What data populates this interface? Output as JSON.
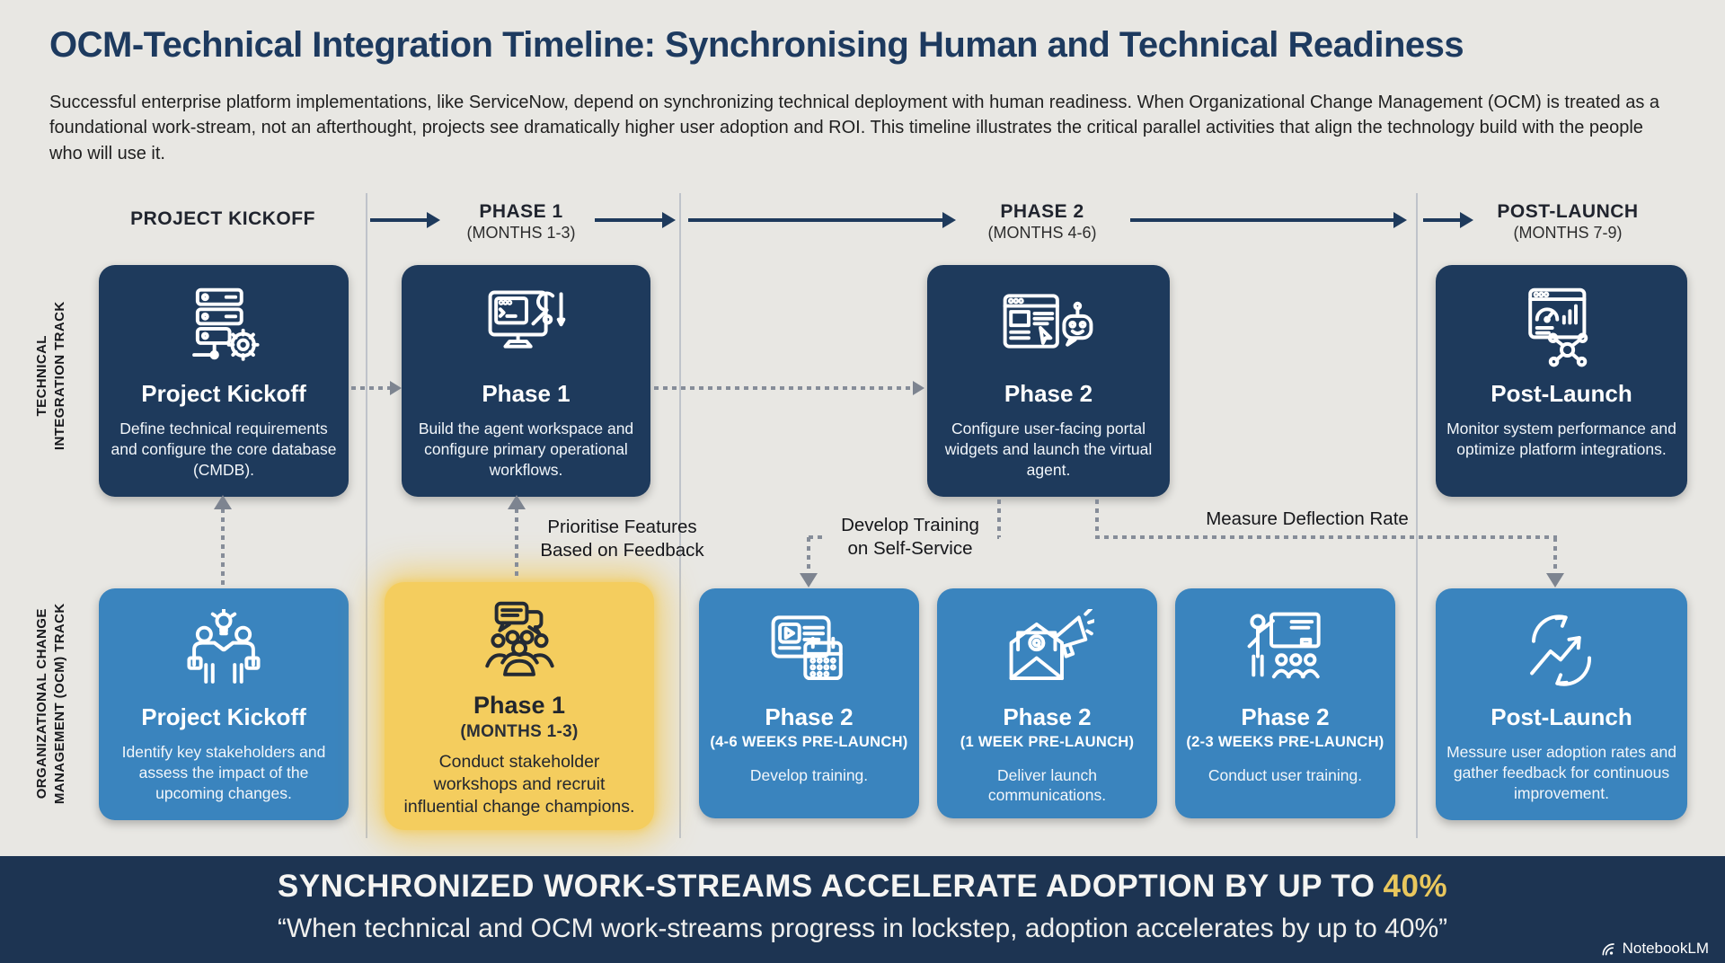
{
  "header": {
    "title": "OCM-Technical Integration Timeline: Synchronising Human and Technical Readiness",
    "intro": "Successful enterprise platform implementations, like ServiceNow, depend on synchronizing technical deployment with human readiness. When Organizational Change Management (OCM) is treated as a foundational work-stream, not an afterthought, projects see dramatically higher user adoption and ROI. This timeline illustrates the critical parallel activities that align the technology build with the people who will use it.",
    "watermark": "NotebookLM"
  },
  "timeline": {
    "stages": [
      {
        "label": "PROJECT KICKOFF",
        "sublabel": ""
      },
      {
        "label": "PHASE 1",
        "sublabel": "(MONTHS 1-3)"
      },
      {
        "label": "PHASE 2",
        "sublabel": "(MONTHS 4-6)"
      },
      {
        "label": "POST-LAUNCH",
        "sublabel": "(MONTHS 7-9)"
      }
    ]
  },
  "track_labels": {
    "technical_line1": "TECHNICAL",
    "technical_line2": "INTEGRATION TRACK",
    "ocm_line1": "ORGANIZATIONAL CHANGE",
    "ocm_line2": "MANAGEMENT (OCM) TRACK"
  },
  "tech_cards": [
    {
      "icon": "server-gear-icon",
      "title": "Project Kickoff",
      "desc": "Define technical requirements and configure the core database (CMDB)."
    },
    {
      "icon": "monitor-wrench-icon",
      "title": "Phase 1",
      "desc": "Build the agent workspace and configure primary operational workflows."
    },
    {
      "icon": "portal-robot-icon",
      "title": "Phase 2",
      "desc": "Configure user-facing portal widgets and launch the virtual agent."
    },
    {
      "icon": "dashboard-network-icon",
      "title": "Post-Launch",
      "desc": "Monitor system performance and optimize platform integrations."
    }
  ],
  "ocm_cards": [
    {
      "icon": "stakeholders-lightbulb-icon",
      "title": "Project Kickoff",
      "subtitle": "",
      "desc": "Identify key stakeholders and assess the impact of the upcoming changes."
    },
    {
      "icon": "workshop-group-icon",
      "title": "Phase 1",
      "subtitle": "(MONTHS 1-3)",
      "desc": "Conduct stakeholder workshops and recruit influential change champions."
    },
    {
      "icon": "training-media-calendar-icon",
      "title": "Phase 2",
      "subtitle": "(4-6 WEEKS PRE-LAUNCH)",
      "desc": "Develop training."
    },
    {
      "icon": "email-megaphone-icon",
      "title": "Phase 2",
      "subtitle": "(1 WEEK PRE-LAUNCH)",
      "desc": "Deliver launch communications."
    },
    {
      "icon": "classroom-training-icon",
      "title": "Phase 2",
      "subtitle": "(2-3 WEEKS PRE-LAUNCH)",
      "desc": "Conduct user training."
    },
    {
      "icon": "adoption-growth-icon",
      "title": "Post-Launch",
      "subtitle": "",
      "desc": "Messure user adoption rates and gather feedback for continuous improvement."
    }
  ],
  "annotations": {
    "prioritise_line1": "Prioritise Features",
    "prioritise_line2": "Based on Feedback",
    "develop_line1": "Develop Training",
    "develop_line2": "on Self-Service",
    "measure": "Measure Deflection Rate"
  },
  "banner": {
    "headline": "SYNCHRONIZED WORK-STREAMS ACCELERATE ADOPTION BY UP TO",
    "stat": "40%",
    "quote": "“When technical and OCM work-streams progress in lockstep, adoption accelerates by up to 40%”"
  },
  "colors": {
    "background": "#e8e7e3",
    "tech_card": "#1e3a5c",
    "ocm_card": "#3a84be",
    "highlight_card": "#f4cd5e",
    "banner_bg": "#1d3452",
    "stat_gold": "#e9c75d",
    "connector_gray": "#868d99",
    "title_navy": "#1d3a5f"
  }
}
